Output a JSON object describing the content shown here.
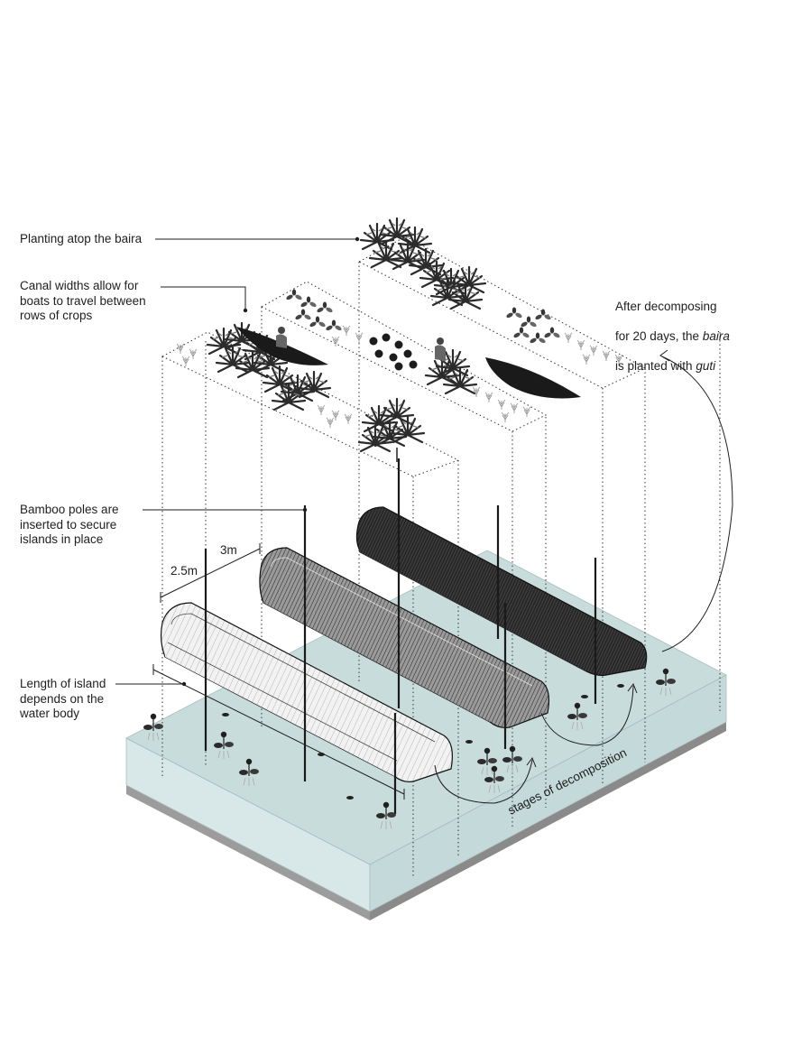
{
  "annotations": {
    "planting": "Planting atop the baira",
    "canal": "Canal widths allow for\nboats to travel between\nrows of crops",
    "after_decomposing_1": "After decomposing",
    "after_decomposing_2": "for 20 days, the ",
    "baira_word": "baira",
    "after_decomposing_3": "is planted with ",
    "guti_word": "guti",
    "bamboo": "Bamboo poles are\ninserted to secure\nislands in place",
    "length": "Length of island\ndepends on the\nwater body",
    "stages": "stages of decomposition"
  },
  "dimensions": {
    "width_3m": "3m",
    "width_2_5m": "2.5m"
  },
  "colors": {
    "water_top": "#c8dcdc",
    "water_side": "#b5cfcf",
    "water_front": "#d6e6e6",
    "ground": "#9a9a9a",
    "island_light": "#ececec",
    "island_mid": "#6a6a6a",
    "island_dark": "#2a2a2a",
    "line": "#1e1e1e"
  },
  "icons": [
    "plant-cluster-icon",
    "crop-icon",
    "boat-icon",
    "person-icon",
    "water-hyacinth-icon",
    "fish-icon"
  ]
}
